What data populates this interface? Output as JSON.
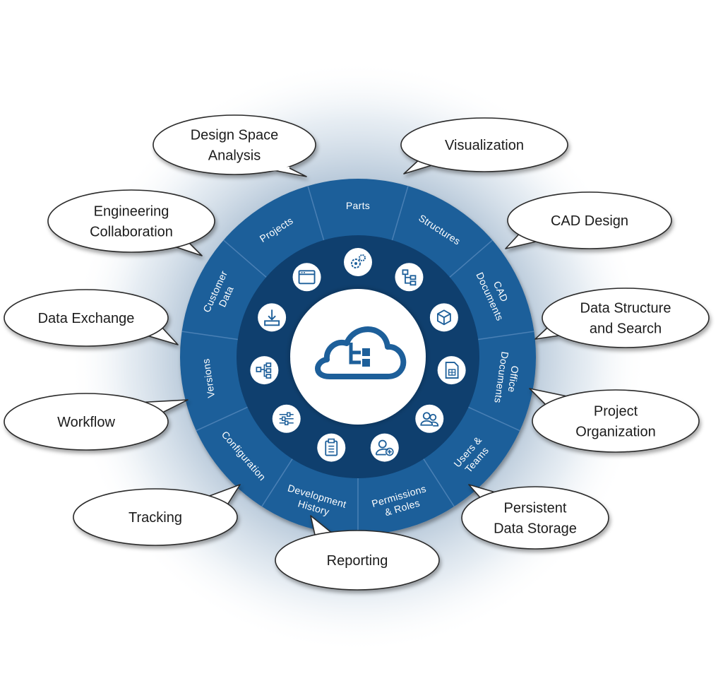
{
  "colors": {
    "ring_outer": "#1d5f9a",
    "ring_inner": "#0f3f6e",
    "hub": "#ffffff",
    "icon_stroke": "#1d5f9a",
    "sector_line": "#4a80b5",
    "glow": "#7f9fbe"
  },
  "hub": {
    "icon": "cloud-structure-icon"
  },
  "sectors": [
    {
      "id": "parts",
      "lines": [
        "Parts"
      ],
      "icon": "gears-icon"
    },
    {
      "id": "structures",
      "lines": [
        "Structures"
      ],
      "icon": "hierarchy-icon"
    },
    {
      "id": "cad-documents",
      "lines": [
        "CAD",
        "Documents"
      ],
      "icon": "cube-icon"
    },
    {
      "id": "office-documents",
      "lines": [
        "Office",
        "Documents"
      ],
      "icon": "spreadsheet-doc-icon"
    },
    {
      "id": "users-teams",
      "lines": [
        "Users &",
        "Teams"
      ],
      "icon": "users-icon"
    },
    {
      "id": "permissions-roles",
      "lines": [
        "Permissions",
        "& Roles"
      ],
      "icon": "user-add-icon"
    },
    {
      "id": "development-history",
      "lines": [
        "Development",
        "History"
      ],
      "icon": "clipboard-icon"
    },
    {
      "id": "configuration",
      "lines": [
        "Configuration"
      ],
      "icon": "sliders-icon"
    },
    {
      "id": "versions",
      "lines": [
        "Versions"
      ],
      "icon": "tree-icon"
    },
    {
      "id": "customer-data",
      "lines": [
        "Customer",
        "Data"
      ],
      "icon": "download-icon"
    },
    {
      "id": "projects",
      "lines": [
        "Projects"
      ],
      "icon": "window-icon"
    }
  ],
  "callouts": [
    {
      "id": "design-space-analysis",
      "lines": [
        "Design Space",
        "Analysis"
      ]
    },
    {
      "id": "visualization",
      "lines": [
        "Visualization"
      ]
    },
    {
      "id": "engineering-collaboration",
      "lines": [
        "Engineering",
        "Collaboration"
      ]
    },
    {
      "id": "cad-design",
      "lines": [
        "CAD Design"
      ]
    },
    {
      "id": "data-exchange",
      "lines": [
        "Data Exchange"
      ]
    },
    {
      "id": "data-structure-and-search",
      "lines": [
        "Data Structure",
        "and Search"
      ]
    },
    {
      "id": "workflow",
      "lines": [
        "Workflow"
      ]
    },
    {
      "id": "project-organization",
      "lines": [
        "Project",
        "Organization"
      ]
    },
    {
      "id": "tracking",
      "lines": [
        "Tracking"
      ]
    },
    {
      "id": "persistent-data-storage",
      "lines": [
        "Persistent",
        "Data Storage"
      ]
    },
    {
      "id": "reporting",
      "lines": [
        "Reporting"
      ]
    }
  ]
}
